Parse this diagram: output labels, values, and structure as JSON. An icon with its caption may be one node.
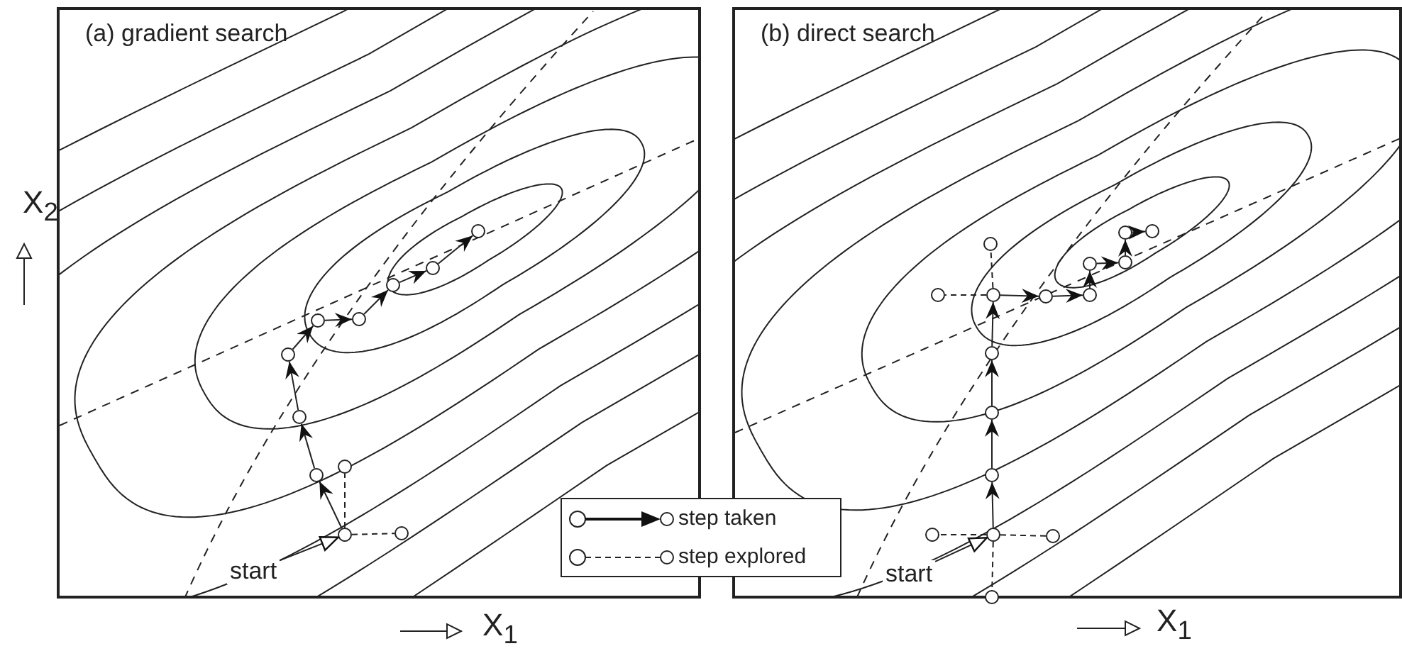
{
  "diagram": {
    "nodes": [
      {
        "text": [
          "(a) gradient search"
        ]
      },
      {
        "text": [
          "(b) direct search"
        ]
      },
      {
        "text": [],
        "shape": "circle",
        "in": 0
      },
      {
        "text": [],
        "shape": "circle",
        "in": 0
      },
      {
        "text": [],
        "shape": "circle",
        "in": 0
      },
      {
        "text": [],
        "shape": "circle",
        "in": 0
      },
      {
        "text": [],
        "shape": "circle",
        "in": 0
      },
      {
        "text": [],
        "shape": "circle",
        "in": 0
      },
      {
        "text": [],
        "shape": "circle",
        "in": 0
      },
      {
        "text": [],
        "shape": "circle",
        "in": 0
      },
      {
        "text": [],
        "shape": "circle",
        "in": 0
      },
      {
        "text": [],
        "shape": "circle",
        "in": 0
      },
      {
        "text": [],
        "shape": "circle",
        "in": 0
      },
      {
        "text": [
          "start"
        ],
        "in": 0
      },
      {
        "text": [],
        "shape": "circle",
        "in": 1
      },
      {
        "text": [],
        "shape": "circle",
        "in": 1
      },
      {
        "text": [],
        "shape": "circle",
        "in": 1
      },
      {
        "text": [],
        "shape": "circle",
        "in": 1
      },
      {
        "text": [],
        "shape": "circle",
        "in": 1
      },
      {
        "text": [],
        "shape": "circle",
        "in": 1
      },
      {
        "text": [],
        "shape": "circle",
        "in": 1
      },
      {
        "text": [],
        "shape": "circle",
        "in": 1
      },
      {
        "text": [],
        "shape": "circle",
        "in": 1
      },
      {
        "text": [],
        "shape": "circle",
        "in": 1
      },
      {
        "text": [],
        "shape": "circle",
        "in": 1
      },
      {
        "text": [],
        "shape": "circle",
        "in": 1
      },
      {
        "text": [],
        "shape": "circle",
        "in": 1
      },
      {
        "text": [],
        "shape": "circle",
        "in": 1
      },
      {
        "text": [],
        "shape": "circle",
        "in": 1
      },
      {
        "text": [],
        "shape": "circle",
        "in": 1
      },
      {
        "text": [
          "start"
        ],
        "in": 1
      }
    ],
    "edges": [
      {
        "from": 2,
        "to": 3,
        "arrow": "to"
      },
      {
        "from": 3,
        "to": 4,
        "arrow": "to"
      },
      {
        "from": 4,
        "to": 5,
        "arrow": "to"
      },
      {
        "from": 5,
        "to": 6,
        "arrow": "to"
      },
      {
        "from": 6,
        "to": 7,
        "arrow": "to"
      },
      {
        "from": 7,
        "to": 8,
        "arrow": "to"
      },
      {
        "from": 8,
        "to": 9,
        "arrow": "to"
      },
      {
        "from": 9,
        "to": 10,
        "arrow": "to"
      },
      {
        "from": 2,
        "to": 11,
        "arrow": "none",
        "style": "dashed"
      },
      {
        "from": 2,
        "to": 12,
        "arrow": "none",
        "style": "dashed"
      },
      {
        "from": 13,
        "to": 2,
        "arrow": "to"
      },
      {
        "from": 14,
        "to": 15,
        "arrow": "to"
      },
      {
        "from": 15,
        "to": 16,
        "arrow": "to"
      },
      {
        "from": 16,
        "to": 17,
        "arrow": "to"
      },
      {
        "from": 17,
        "to": 18,
        "arrow": "to"
      },
      {
        "from": 18,
        "to": 19,
        "arrow": "to"
      },
      {
        "from": 19,
        "to": 20,
        "arrow": "to"
      },
      {
        "from": 20,
        "to": 21,
        "arrow": "to"
      },
      {
        "from": 21,
        "to": 22,
        "arrow": "to"
      },
      {
        "from": 22,
        "to": 23,
        "arrow": "to"
      },
      {
        "from": 23,
        "to": 24,
        "arrow": "to"
      },
      {
        "from": 14,
        "to": 25,
        "arrow": "none",
        "style": "dashed"
      },
      {
        "from": 14,
        "to": 26,
        "arrow": "none",
        "style": "dashed"
      },
      {
        "from": 14,
        "to": 27,
        "arrow": "none",
        "style": "dashed"
      },
      {
        "from": 18,
        "to": 28,
        "arrow": "none",
        "style": "dashed"
      },
      {
        "from": 18,
        "to": 29,
        "arrow": "none",
        "style": "dashed"
      },
      {
        "from": 30,
        "to": 14,
        "arrow": "to"
      }
    ],
    "labels": [
      "X$_{2}$",
      "X$_{1}$",
      "X$_{1}$"
    ],
    "legend": [
      {
        "text": "step taken"
      },
      {
        "text": "step explored"
      }
    ]
  }
}
